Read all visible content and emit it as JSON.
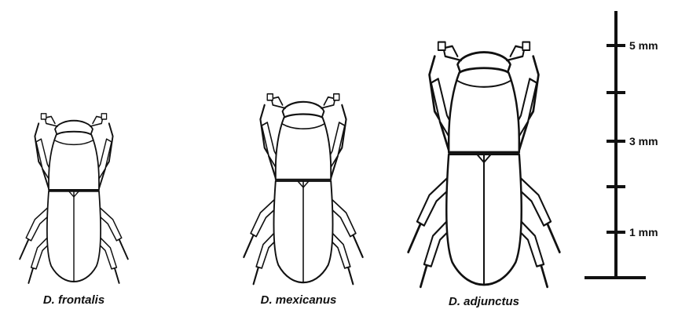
{
  "species": [
    {
      "name": "D. frontalis"
    },
    {
      "name": "D. mexicanus"
    },
    {
      "name": "D. adjunctus"
    }
  ],
  "scale_bar": {
    "labels": [
      "5 mm",
      "3 mm",
      "1 mm"
    ]
  },
  "colors": {
    "stroke": "#111111",
    "fill": "#ffffff"
  }
}
